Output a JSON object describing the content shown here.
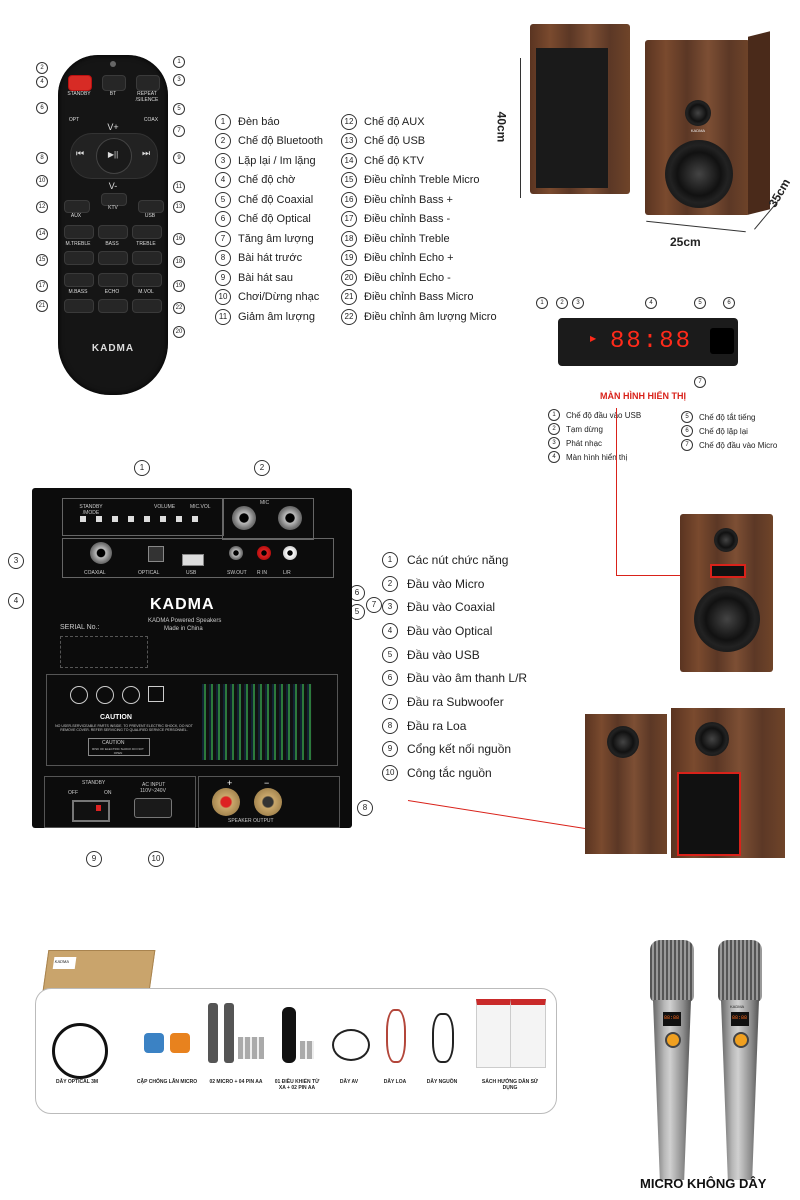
{
  "remote": {
    "labels": {
      "standby": "STANDBY",
      "bt": "BT",
      "repeat": "REPEAT /SILENCE",
      "opt": "OPT",
      "coax": "COAX",
      "vol_up": "V+",
      "vol_down": "V-",
      "play_pause": "▶||",
      "prev": "⏮",
      "next": "⏭",
      "aux": "AUX",
      "ktv": "KTV",
      "usb": "USB",
      "m_treble": "M.TREBLE",
      "bass": "BASS",
      "treble": "TREBLE",
      "m_bass": "M.BASS",
      "echo": "ECHO",
      "m_vol": "M.VOL",
      "brand": "KADMA"
    },
    "callout_numbers": [
      "1",
      "2",
      "3",
      "4",
      "5",
      "6",
      "7",
      "8",
      "9",
      "10",
      "11",
      "12",
      "13",
      "14",
      "15",
      "16",
      "17",
      "18",
      "19",
      "20",
      "21",
      "22"
    ],
    "legend_left": [
      {
        "n": "1",
        "text": "Đèn báo"
      },
      {
        "n": "2",
        "text": "Chế độ Bluetooth"
      },
      {
        "n": "3",
        "text": "Lặp lại / Im lặng"
      },
      {
        "n": "4",
        "text": "Chế độ chờ"
      },
      {
        "n": "5",
        "text": "Chế độ Coaxial"
      },
      {
        "n": "6",
        "text": "Chế độ Optical"
      },
      {
        "n": "7",
        "text": "Tăng âm lượng"
      },
      {
        "n": "8",
        "text": "Bài hát trước"
      },
      {
        "n": "9",
        "text": "Bài hát sau"
      },
      {
        "n": "10",
        "text": "Chơi/Dừng nhạc"
      },
      {
        "n": "11",
        "text": "Giảm âm lượng"
      }
    ],
    "legend_right": [
      {
        "n": "12",
        "text": "Chế độ AUX"
      },
      {
        "n": "13",
        "text": "Chế độ USB"
      },
      {
        "n": "14",
        "text": "Chế độ KTV"
      },
      {
        "n": "15",
        "text": "Điều chỉnh Treble Micro"
      },
      {
        "n": "16",
        "text": "Điều chỉnh Bass +"
      },
      {
        "n": "17",
        "text": "Điều chỉnh Bass -"
      },
      {
        "n": "18",
        "text": "Điều chỉnh Treble"
      },
      {
        "n": "19",
        "text": "Điều chỉnh Echo +"
      },
      {
        "n": "20",
        "text": "Điều chỉnh Echo -"
      },
      {
        "n": "21",
        "text": "Điều chỉnh Bass Micro"
      },
      {
        "n": "22",
        "text": "Điều chỉnh âm lượng Micro"
      }
    ]
  },
  "dimensions": {
    "height": "40cm",
    "width": "25cm",
    "depth": "35cm",
    "speaker_brand": "KADMA"
  },
  "display": {
    "title": "MÀN HÌNH HIỂN THỊ",
    "digits": "88:88",
    "callouts": [
      "1",
      "2",
      "3",
      "4",
      "5",
      "6",
      "7"
    ],
    "legend_left": [
      {
        "n": "1",
        "text": "Chế độ đầu vào USB"
      },
      {
        "n": "2",
        "text": "Tạm dừng"
      },
      {
        "n": "3",
        "text": "Phát nhạc"
      },
      {
        "n": "4",
        "text": "Màn hình hiển thị"
      }
    ],
    "legend_right": [
      {
        "n": "5",
        "text": "Chế độ tắt tiếng"
      },
      {
        "n": "6",
        "text": "Chế độ lặp lại"
      },
      {
        "n": "7",
        "text": "Chế độ đầu vào Micro"
      }
    ]
  },
  "panel": {
    "standby_mode": "STANDBY /MODE",
    "volume": "VOLUME",
    "mic_vol": "MIC.VOL",
    "mic": "MIC",
    "coaxial": "COAXIAL",
    "optical": "OPTICAL",
    "usb": "USB",
    "sw_out": "SW.OUT",
    "r_in": "R IN",
    "l_in": "L/R",
    "brand": "KADMA",
    "brand_sub1": "KADMA Powered Speakers",
    "brand_sub2": "Made in China",
    "serial": "SERIAL No.:",
    "caution": "CAUTION",
    "caution_text": "NO USER-SERVICEABLE PARTS INSIDE. TO PREVENT ELECTRIC SHOCK, DO NOT REMOVE COVER. REFER SERVICING TO QUALIFIED SERVICE PERSONNEL.",
    "caution_box": "CAUTION",
    "caution_box_sub": "RISK OF ELECTRIC SHOCK DO NOT OPEN",
    "standby": "STANDBY",
    "off": "OFF",
    "on": "ON",
    "ac_input": "AC INPUT",
    "ac_volt": "110V~240V",
    "speaker_output": "SPEAKER OUTPUT",
    "plus": "+",
    "minus": "−",
    "callouts": [
      "1",
      "2",
      "3",
      "4",
      "5",
      "6",
      "7",
      "8",
      "9",
      "10"
    ],
    "legend": [
      {
        "n": "1",
        "text": "Các nút chức năng"
      },
      {
        "n": "2",
        "text": "Đầu vào Micro"
      },
      {
        "n": "3",
        "text": "Đầu vào Coaxial"
      },
      {
        "n": "4",
        "text": "Đầu vào Optical"
      },
      {
        "n": "5",
        "text": "Đầu vào USB"
      },
      {
        "n": "6",
        "text": "Đầu vào âm thanh L/R"
      },
      {
        "n": "7",
        "text": "Đầu ra Subwoofer"
      },
      {
        "n": "8",
        "text": "Đầu ra Loa"
      },
      {
        "n": "9",
        "text": "Cổng kết nối nguồn"
      },
      {
        "n": "10",
        "text": "Công tắc nguồn"
      }
    ]
  },
  "accessories": {
    "items": [
      "DÂY OPTICAL 3M",
      "CẶP CHỐNG LĂN MICRO",
      "02 MICRO + 04 PIN AA",
      "01 ĐIỀU KHIỂN TỪ XA + 02 PIN AA",
      "DÂY AV",
      "DÂY LOA",
      "DÂY NGUỒN",
      "SÁCH HƯỚNG DẪN SỬ DỤNG"
    ],
    "box_brand": "KADMA"
  },
  "micro": {
    "caption": "MICRO KHÔNG DÂY",
    "brand": "KADMA",
    "screen_text": "88:88"
  },
  "colors": {
    "accent_red": "#d9221a",
    "wood": "#6b4129",
    "panel_black": "#0c0c0c"
  }
}
